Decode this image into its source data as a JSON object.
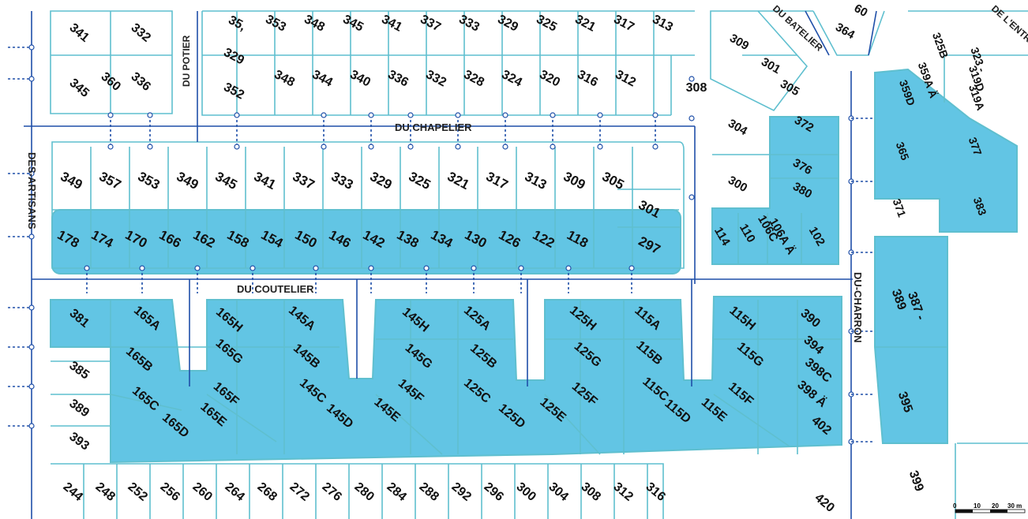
{
  "colors": {
    "background": "#ffffff",
    "lot_line": "#5fbfcf",
    "lot_fill": "#3fb8de",
    "utility": "#1f4fa8",
    "text": "#111111"
  },
  "streets": [
    {
      "id": "du-chapelier",
      "label": "DU CHAPELIER"
    },
    {
      "id": "du-coutelier",
      "label": "DU COUTELIER"
    },
    {
      "id": "des-artisans",
      "label": "DES-ARTISANS"
    },
    {
      "id": "du-charron",
      "label": "DU-CHARRON"
    },
    {
      "id": "du-potier",
      "label": "DU POTIER"
    },
    {
      "id": "du-batelier",
      "label": "DU BATELIER"
    },
    {
      "id": "de-l-entr",
      "label": "DE L'ENTR"
    }
  ],
  "lots": {
    "top_left": [
      "341",
      "332",
      "345",
      "360",
      "336"
    ],
    "top_row1": [
      "35,",
      "353",
      "348",
      "345",
      "341",
      "337",
      "333",
      "329",
      "325",
      "321",
      "317",
      "313"
    ],
    "top_row2": [
      "329",
      "352",
      "348",
      "344",
      "340",
      "336",
      "332",
      "328",
      "324",
      "320",
      "316",
      "312",
      "308"
    ],
    "top_right": [
      "309",
      "301",
      "305",
      "364",
      "60",
      "304",
      "300",
      "372",
      "376",
      "380",
      "325B",
      "323 -",
      "319D",
      "319A",
      "359D",
      "359A Ä",
      "365",
      "377",
      "371",
      "383"
    ],
    "block_north": [
      "349",
      "357",
      "353",
      "349",
      "345",
      "341",
      "337",
      "333",
      "329",
      "325",
      "321",
      "317",
      "313",
      "309",
      "305",
      "301"
    ],
    "block_south": [
      "178",
      "174",
      "170",
      "166",
      "162",
      "158",
      "154",
      "150",
      "146",
      "142",
      "138",
      "134",
      "130",
      "126",
      "122",
      "118",
      "297"
    ],
    "east_block": [
      "114",
      "110",
      "106C",
      "106A Ä",
      "102"
    ],
    "right_column": [
      "389",
      "387 -",
      "395",
      "399"
    ],
    "bottom_block": [
      "381",
      "165A",
      "165B",
      "165C",
      "165D",
      "165E",
      "165F",
      "165G",
      "165H",
      "145A",
      "145B",
      "145C",
      "145D",
      "145E",
      "145F",
      "145G",
      "145H",
      "125A",
      "125B",
      "125C",
      "125D",
      "125E",
      "125F",
      "125G",
      "125H",
      "115A",
      "115B",
      "115C",
      "115D",
      "115E",
      "115F",
      "115G",
      "115H",
      "390",
      "394",
      "398C",
      "398 Ä",
      "402"
    ],
    "west_column": [
      "385",
      "389",
      "393"
    ],
    "bottom_row": [
      "244",
      "248",
      "252",
      "256",
      "260",
      "264",
      "268",
      "272",
      "276",
      "280",
      "284",
      "288",
      "292",
      "296",
      "300",
      "304",
      "308",
      "312",
      "316",
      "420"
    ]
  },
  "scale": {
    "ticks": [
      "0",
      "10",
      "20",
      "30 m"
    ]
  }
}
